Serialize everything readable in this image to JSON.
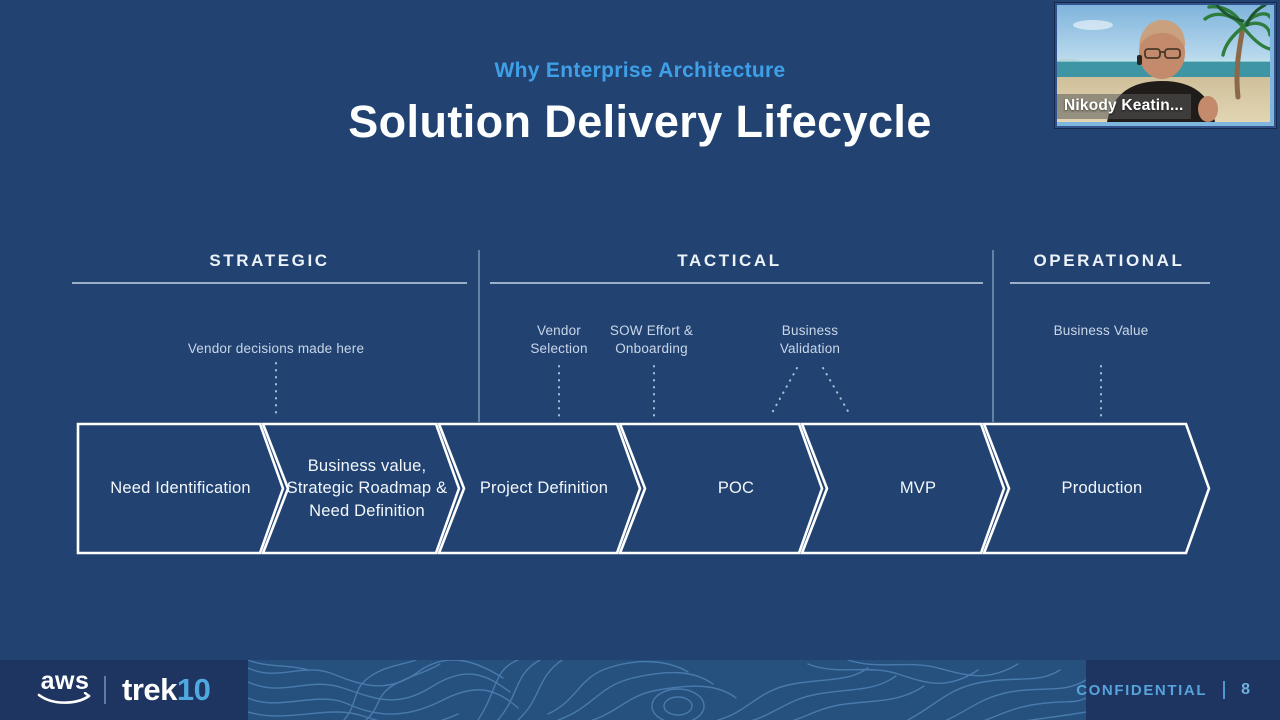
{
  "slide": {
    "kicker": "Why Enterprise Architecture",
    "title": "Solution Delivery Lifecycle"
  },
  "phases": [
    {
      "label": "STRATEGIC"
    },
    {
      "label": "TACTICAL"
    },
    {
      "label": "OPERATIONAL"
    }
  ],
  "annotations": [
    {
      "text": "Vendor decisions made here"
    },
    {
      "text": "Vendor Selection"
    },
    {
      "text": "SOW Effort & Onboarding"
    },
    {
      "text": "Business Validation"
    },
    {
      "text": "Business Value"
    }
  ],
  "stages": [
    {
      "label": "Need Identification"
    },
    {
      "label": "Business value, Strategic Roadmap & Need Definition"
    },
    {
      "label": "Project Definition"
    },
    {
      "label": "POC"
    },
    {
      "label": "MVP"
    },
    {
      "label": "Production"
    }
  ],
  "webcam": {
    "name": "Nikody Keatin..."
  },
  "footer": {
    "aws_label": "aws",
    "trek_label": "trek",
    "trek_number": "10",
    "confidential_label": "CONFIDENTIAL",
    "page_number": "8"
  },
  "colors": {
    "background": "#224371",
    "accent_blue": "#3fa0e8",
    "chevron_outline": "#ffffff",
    "footer_background": "#1d3560",
    "confidential_blue": "#57a3db",
    "trek10_blue": "#4fa9df"
  }
}
